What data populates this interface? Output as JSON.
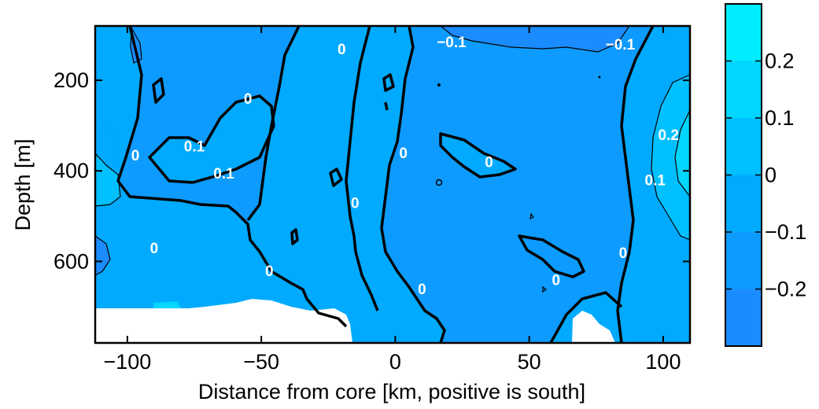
{
  "chart_data": {
    "type": "heatmap",
    "title": "",
    "xlabel": "Distance from core [km, positive is south]",
    "ylabel": "Depth [m]",
    "xlim": [
      -112,
      110
    ],
    "ylim": [
      780,
      80
    ],
    "x_ticks": [
      {
        "value": -100,
        "label": "−100"
      },
      {
        "value": -50,
        "label": "−50"
      },
      {
        "value": 0,
        "label": "0"
      },
      {
        "value": 50,
        "label": "50"
      },
      {
        "value": 100,
        "label": "100"
      }
    ],
    "y_ticks": [
      {
        "value": 200,
        "label": "200"
      },
      {
        "value": 400,
        "label": "400"
      },
      {
        "value": 600,
        "label": "600"
      }
    ],
    "colorbar": {
      "range": [
        -0.3,
        0.3
      ],
      "ticks": [
        {
          "value": 0.2,
          "label": "0.2"
        },
        {
          "value": 0.1,
          "label": "0.1"
        },
        {
          "value": 0,
          "label": "0"
        },
        {
          "value": -0.1,
          "label": "−0.1"
        },
        {
          "value": -0.2,
          "label": "−0.2"
        }
      ],
      "colors": [
        "#1a8cff",
        "#0d9bff",
        "#00aaff",
        "#00c0ff",
        "#00d6ff",
        "#00ecff"
      ]
    },
    "contour_labels": [
      {
        "x": -75,
        "y": 345,
        "text": "0.1"
      },
      {
        "x": -64,
        "y": 405,
        "text": "0.1"
      },
      {
        "x": -97,
        "y": 365,
        "text": "0"
      },
      {
        "x": -55,
        "y": 240,
        "text": "0"
      },
      {
        "x": -90,
        "y": 570,
        "text": "0"
      },
      {
        "x": -47,
        "y": 620,
        "text": "0"
      },
      {
        "x": -20,
        "y": 130,
        "text": "0"
      },
      {
        "x": -15,
        "y": 470,
        "text": "0"
      },
      {
        "x": 3,
        "y": 360,
        "text": "0"
      },
      {
        "x": 10,
        "y": 660,
        "text": "0"
      },
      {
        "x": 21,
        "y": 115,
        "text": "−0.1"
      },
      {
        "x": 35,
        "y": 380,
        "text": "0"
      },
      {
        "x": 60,
        "y": 640,
        "text": "0"
      },
      {
        "x": 84,
        "y": 120,
        "text": "−0.1"
      },
      {
        "x": 85,
        "y": 580,
        "text": "0"
      },
      {
        "x": 102,
        "y": 320,
        "text": "0.2"
      },
      {
        "x": 97,
        "y": 420,
        "text": "0.1"
      }
    ]
  }
}
